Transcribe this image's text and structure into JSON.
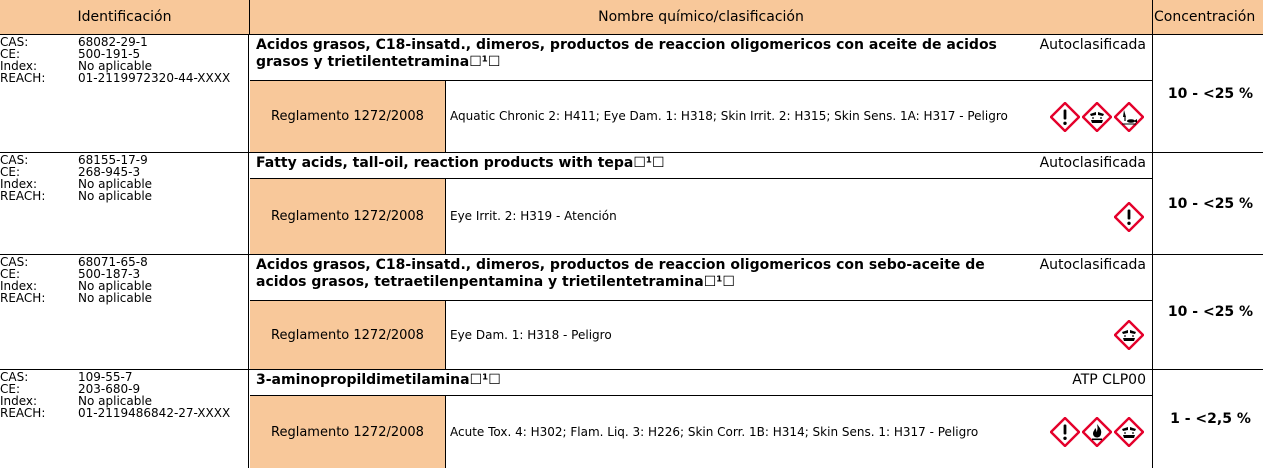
{
  "header": {
    "identification": "Identificación",
    "chemical_name": "Nombre químico/clasificación",
    "concentration": "Concentración"
  },
  "labels": {
    "cas": "CAS:",
    "ce": "CE:",
    "index": "Index:",
    "reach": "REACH:"
  },
  "rows": [
    {
      "cas": "68082-29-1",
      "ce": "500-191-5",
      "index": "No aplicable",
      "reach": "01-2119972320-44-XXXX",
      "name": "Acidos grasos, C18-insatd., dimeros, productos de reaccion oligomericos con aceite de acidos grasos y trietilentetramina☐¹☐",
      "status": "Autoclasificada",
      "regulation": "Reglamento 1272/2008",
      "hazards": "Aquatic Chronic 2: H411; Eye Dam. 1: H318; Skin Irrit. 2: H315; Skin Sens. 1A: H317 - Peligro",
      "pictograms": [
        "exclamation-icon",
        "corrosion-icon",
        "environment-icon"
      ],
      "concentration": "10 - <25 %"
    },
    {
      "cas": "68155-17-9",
      "ce": "268-945-3",
      "index": "No aplicable",
      "reach": "No aplicable",
      "name": "Fatty acids, tall-oil, reaction products with tepa☐¹☐",
      "status": "Autoclasificada",
      "regulation": "Reglamento 1272/2008",
      "hazards": "Eye Irrit. 2: H319 - Atención",
      "pictograms": [
        "exclamation-icon"
      ],
      "concentration": "10 - <25 %"
    },
    {
      "cas": "68071-65-8",
      "ce": "500-187-3",
      "index": "No aplicable",
      "reach": "No aplicable",
      "name": "Acidos grasos, C18-insatd., dimeros, productos de reaccion oligomericos con sebo-aceite de acidos grasos, tetraetilenpentamina y trietilentetramina☐¹☐",
      "status": "Autoclasificada",
      "regulation": "Reglamento 1272/2008",
      "hazards": "Eye Dam. 1: H318 - Peligro",
      "pictograms": [
        "corrosion-icon"
      ],
      "concentration": "10 - <25 %"
    },
    {
      "cas": "109-55-7",
      "ce": "203-680-9",
      "index": "No aplicable",
      "reach": "01-2119486842-27-XXXX",
      "name": "3-aminopropildimetilamina☐¹☐",
      "status": "ATP CLP00",
      "regulation": "Reglamento 1272/2008",
      "hazards": "Acute Tox. 4: H302; Flam. Liq. 3: H226; Skin Corr. 1B: H314; Skin Sens. 1: H317 - Peligro",
      "pictograms": [
        "exclamation-icon",
        "flame-icon",
        "corrosion-icon"
      ],
      "concentration": "1 - <2,5 %"
    }
  ],
  "colors": {
    "header_fill": "#f8c89a",
    "pictogram_border": "#e4002b"
  }
}
